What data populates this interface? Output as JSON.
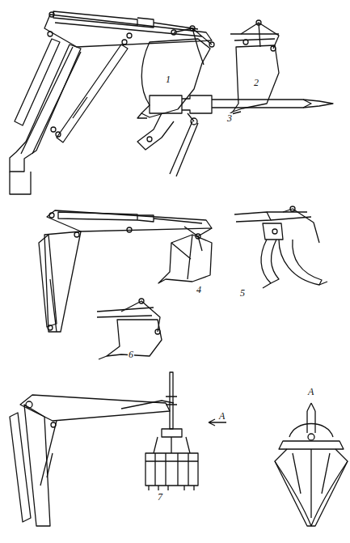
{
  "diagram": {
    "labels": [
      "1",
      "2",
      "3",
      "4",
      "5",
      "6",
      "7",
      "A",
      "A"
    ]
  }
}
